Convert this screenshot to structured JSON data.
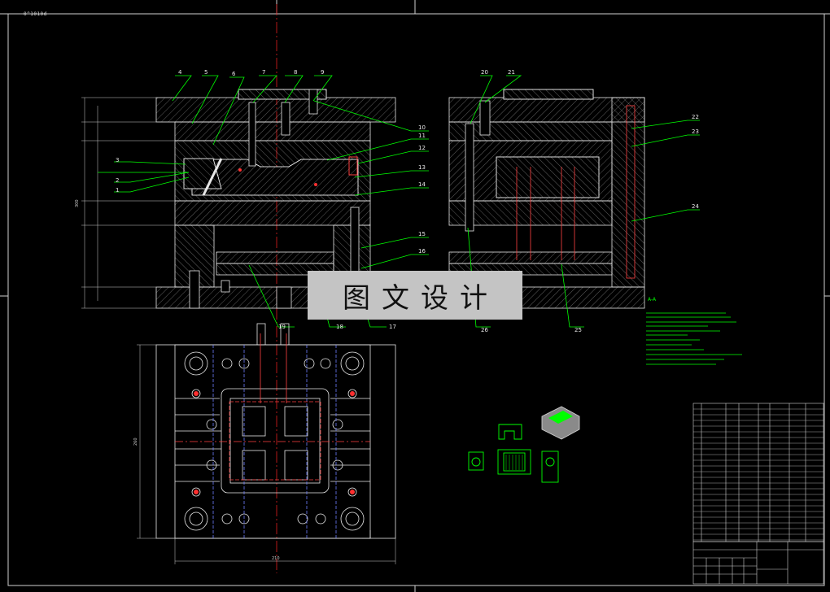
{
  "header_code": "0^1010d",
  "watermark": "图文设计",
  "part_labels": [
    "1",
    "2",
    "3",
    "4",
    "5",
    "6",
    "7",
    "8",
    "9",
    "10",
    "11",
    "12",
    "13",
    "14",
    "15",
    "16",
    "17",
    "18",
    "19",
    "20",
    "21",
    "22",
    "23",
    "24",
    "25",
    "26"
  ],
  "dims": {
    "plan_width": "210",
    "plan_height": "260",
    "section_height": "300"
  },
  "right_view_caption": "A-A"
}
